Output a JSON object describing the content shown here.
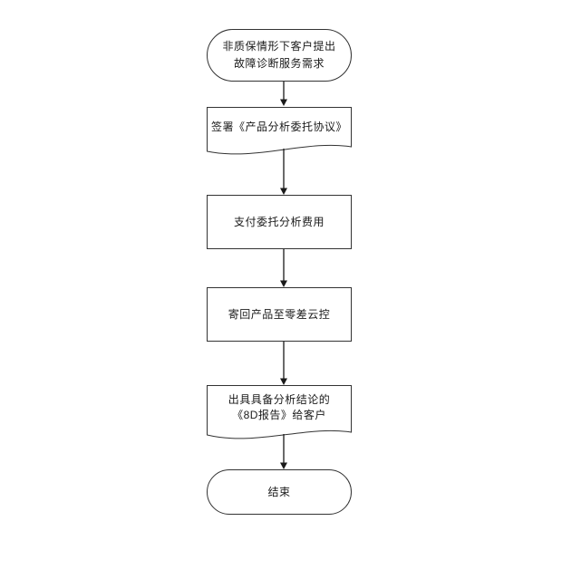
{
  "diagram": {
    "background": "#ffffff",
    "stroke_color": "#333333",
    "arrow_color": "#1a1a1a",
    "text_color": "#1a1a1a",
    "nodes": [
      {
        "id": "start",
        "type": "terminator",
        "lines": [
          "非质保情形下客户提出",
          "故障诊断服务需求"
        ]
      },
      {
        "id": "sign",
        "type": "document",
        "lines": [
          "签署《产品分析委托协议》"
        ]
      },
      {
        "id": "pay",
        "type": "process",
        "lines": [
          "支付委托分析费用"
        ]
      },
      {
        "id": "ship",
        "type": "process",
        "lines": [
          "寄回产品至零差云控"
        ]
      },
      {
        "id": "report",
        "type": "document",
        "lines": [
          "出具具备分析结论的",
          "《8D报告》给客户"
        ]
      },
      {
        "id": "end",
        "type": "terminator",
        "lines": [
          "结束"
        ]
      }
    ],
    "connectors": [
      {
        "from": "start",
        "to": "sign"
      },
      {
        "from": "sign",
        "to": "pay"
      },
      {
        "from": "pay",
        "to": "ship"
      },
      {
        "from": "ship",
        "to": "report"
      },
      {
        "from": "report",
        "to": "end"
      }
    ]
  }
}
